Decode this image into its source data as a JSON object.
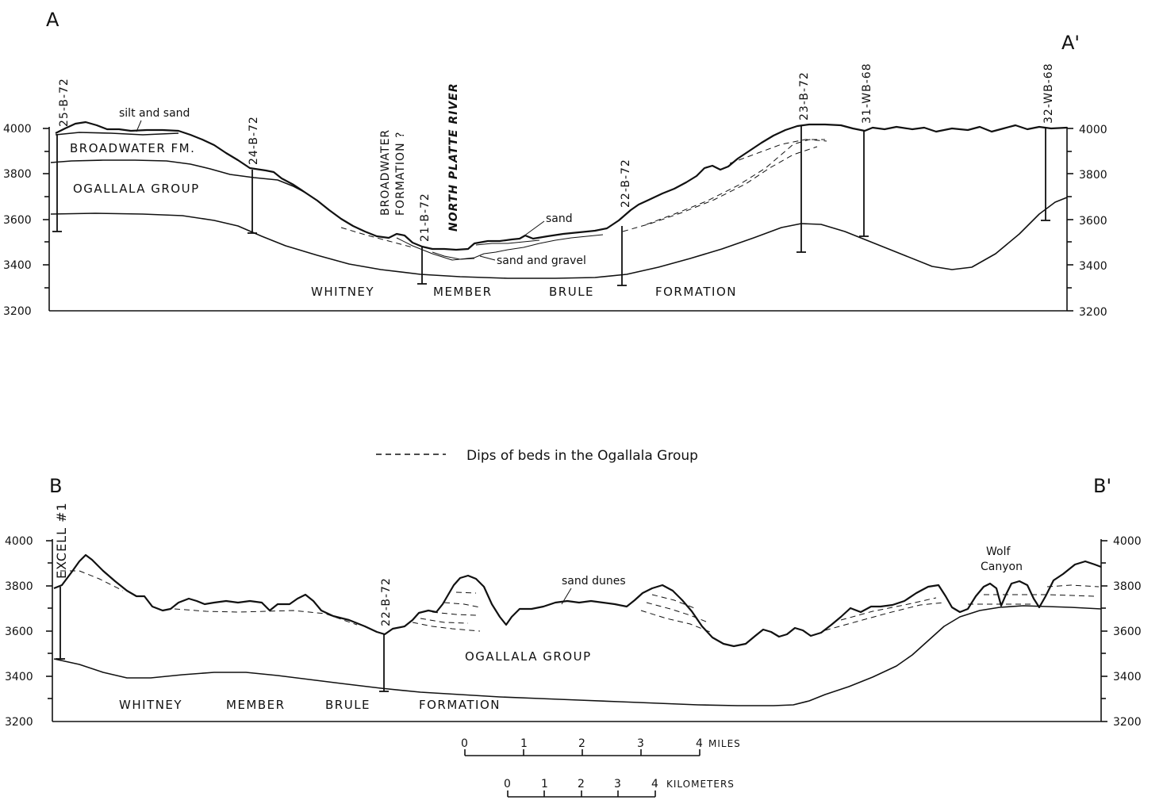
{
  "section_a": {
    "start_label": "A",
    "end_label": "A'",
    "elevation_ticks": [
      "4000",
      "3800",
      "3600",
      "3400",
      "3200"
    ],
    "wells": [
      "25-B-72",
      "24-B-72",
      "21-B-72",
      "22-B-72",
      "23-B-72",
      "31-WB-68",
      "32-WB-68"
    ],
    "labels": {
      "silt_and_sand": "silt and sand",
      "broadwater_fm": "BROADWATER FM.",
      "ogallala_group": "OGALLALA GROUP",
      "broadwater_line1": "BROADWATER",
      "broadwater_line2": "FORMATION ?",
      "north_platte_river": "NORTH PLATTE RIVER",
      "sand": "sand",
      "sand_and_gravel": "sand and gravel",
      "whitney": "WHITNEY",
      "member": "MEMBER",
      "brule": "BRULE",
      "formation": "FORMATION"
    }
  },
  "legend": {
    "symbol": "----",
    "text": "Dips of beds in the Ogallala Group"
  },
  "section_b": {
    "start_label": "B",
    "end_label": "B'",
    "elevation_ticks": [
      "4000",
      "3800",
      "3600",
      "3400",
      "3200"
    ],
    "wells": [
      "EXCELL #1",
      "22-B-72"
    ],
    "labels": {
      "sand_dunes": "sand dunes",
      "wolf": "Wolf",
      "canyon": "Canyon",
      "ogallala_group": "OGALLALA GROUP",
      "whitney": "WHITNEY",
      "member": "MEMBER",
      "brule": "BRULE",
      "formation": "FORMATION"
    }
  },
  "scale": {
    "miles_ticks": [
      "0",
      "1",
      "2",
      "3",
      "4"
    ],
    "miles_unit": "MILES",
    "km_ticks": [
      "0",
      "1",
      "2",
      "3",
      "4"
    ],
    "km_unit": "KILOMETERS"
  }
}
